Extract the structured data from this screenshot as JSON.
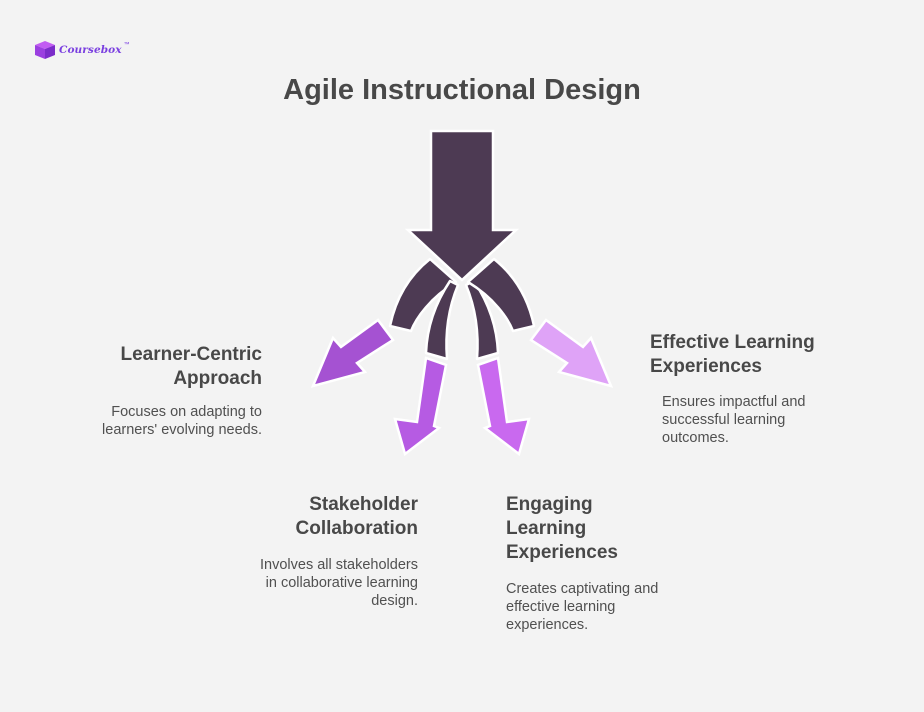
{
  "brand": {
    "name": "Coursebox",
    "trademark": "™"
  },
  "title": "Agile Instructional Design",
  "colors": {
    "background": "#f3f3f3",
    "trunk": "#4d3a53",
    "arrow_1": "#a552d2",
    "arrow_2": "#b65be3",
    "arrow_3": "#c969ef",
    "arrow_4": "#dfa3f7",
    "text": "#484848"
  },
  "items": [
    {
      "heading_lines": [
        "Learner-Centric",
        "Approach"
      ],
      "description_lines": [
        "Focuses on adapting to",
        "learners' evolving needs."
      ]
    },
    {
      "heading_lines": [
        "Stakeholder",
        "Collaboration"
      ],
      "description_lines": [
        "Involves all stakeholders",
        "in collaborative learning",
        "design."
      ]
    },
    {
      "heading_lines": [
        "Engaging",
        "Learning",
        "Experiences"
      ],
      "description_lines": [
        "Creates captivating and",
        "effective learning",
        "experiences."
      ]
    },
    {
      "heading_lines": [
        "Effective Learning",
        "Experiences"
      ],
      "description_lines": [
        "Ensures impactful and",
        "successful learning",
        "outcomes."
      ]
    }
  ]
}
